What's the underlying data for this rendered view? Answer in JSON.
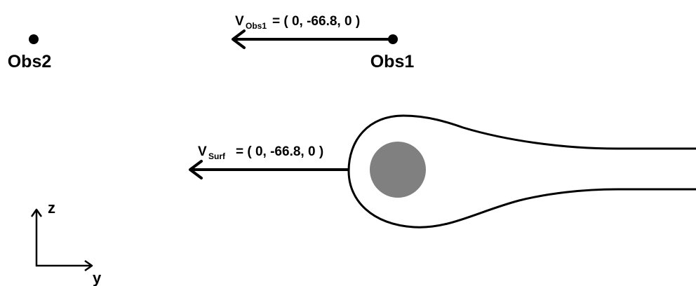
{
  "observers": [
    {
      "label": "Obs1"
    },
    {
      "label": "Obs2"
    }
  ],
  "velocities": {
    "obs1": {
      "symbol": "V",
      "subscript": "Obs1",
      "value": "= ( 0, -66.8, 0 )"
    },
    "surf": {
      "symbol": "V",
      "subscript": "Surf",
      "value": "= ( 0, -66.8, 0 )"
    }
  },
  "axes": {
    "vertical": "z",
    "horizontal": "y"
  },
  "colors": {
    "line": "#000000",
    "body_fill": "#ffffff",
    "disc_fill": "#808080"
  }
}
